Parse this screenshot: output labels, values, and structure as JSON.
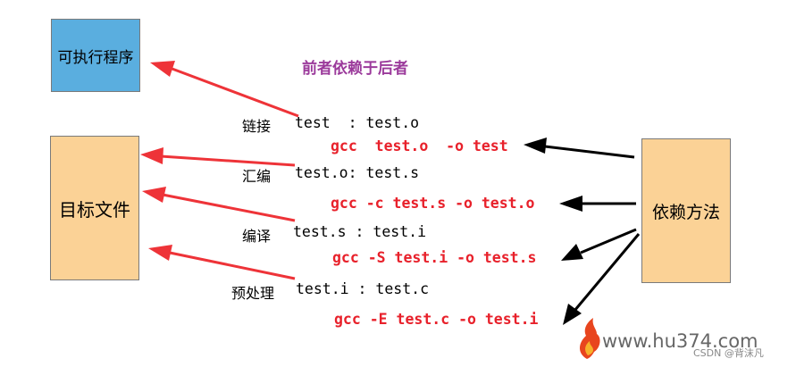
{
  "colors": {
    "exec_box": "#5aaedf",
    "obj_box": "#fbd296",
    "dep_box": "#fbd296",
    "title": "#9b3a9b",
    "command": "#e8212b",
    "red_arrow": "#ee3338",
    "black_arrow": "#000000"
  },
  "title": "前者依赖于后者",
  "boxes": {
    "executable": "可执行程序",
    "object_file": "目标文件",
    "dependency_method": "依赖方法"
  },
  "stages": [
    {
      "label": "链接",
      "dependency": "test  : test.o",
      "command": "gcc  test.o  -o test"
    },
    {
      "label": "汇编",
      "dependency": "test.o: test.s",
      "command": "gcc -c test.s -o test.o"
    },
    {
      "label": "编译",
      "dependency": "test.s : test.i",
      "command": "gcc -S test.i -o test.s"
    },
    {
      "label": "预处理",
      "dependency": "test.i : test.c",
      "command": "gcc -E test.c -o test.i"
    }
  ],
  "watermark": {
    "site": "www.hu374.com",
    "csdn": "CSDN @背沫凡"
  }
}
